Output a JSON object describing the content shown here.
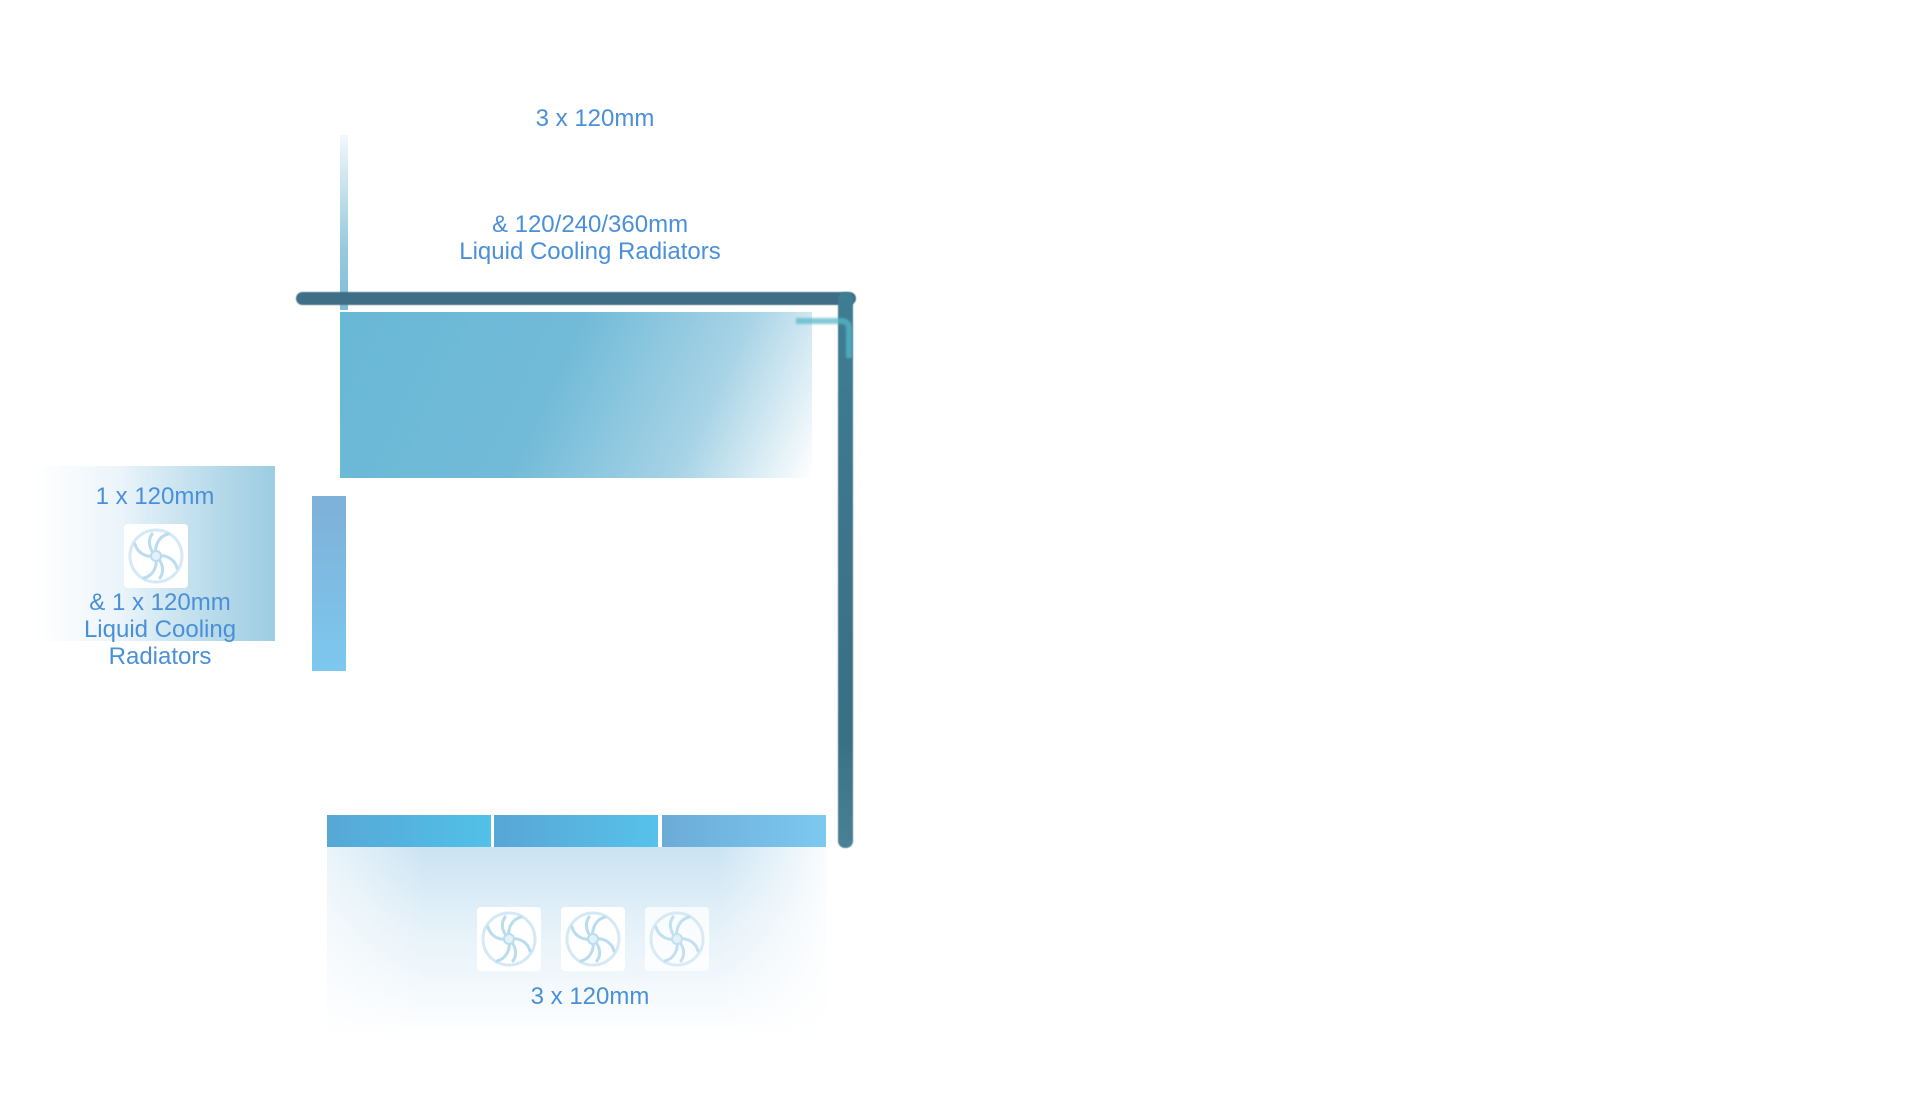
{
  "diagram": {
    "top": {
      "fans_label": "3 x 120mm",
      "radiator_label_line1": "& 120/240/360mm",
      "radiator_label_line2": "Liquid Cooling Radiators"
    },
    "rear": {
      "fans_label": "1 x 120mm",
      "radiator_label_line1": "& 1 x 120mm",
      "radiator_label_line2": "Liquid Cooling",
      "radiator_label_line3": "Radiators"
    },
    "bottom": {
      "fans_label": "3 x 120mm"
    }
  },
  "icons": {
    "fan": "fan-icon"
  },
  "colors": {
    "label_text": "#4a90d9",
    "case_frame": "#3f6f86",
    "zone_blue": "#68b8d6",
    "bar_blue": "#57a7d6"
  }
}
